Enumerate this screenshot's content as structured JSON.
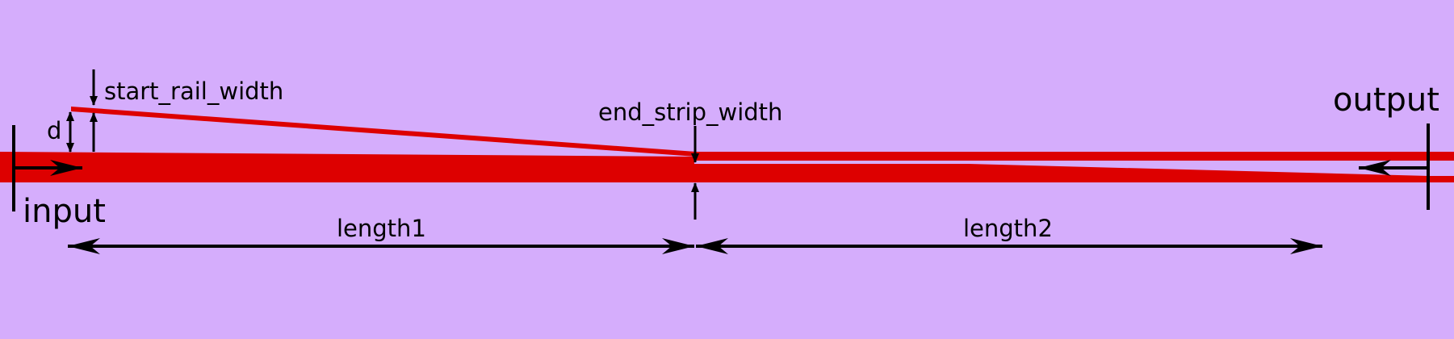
{
  "colors": {
    "background": "#d5adfc",
    "waveguide": "#dd0000",
    "annotation": "#000000"
  },
  "labels": {
    "start_rail_width": "start_rail_width",
    "d": "d",
    "end_strip_width": "end_strip_width",
    "output": "output",
    "input": "input",
    "length1": "length1",
    "length2": "length2"
  }
}
